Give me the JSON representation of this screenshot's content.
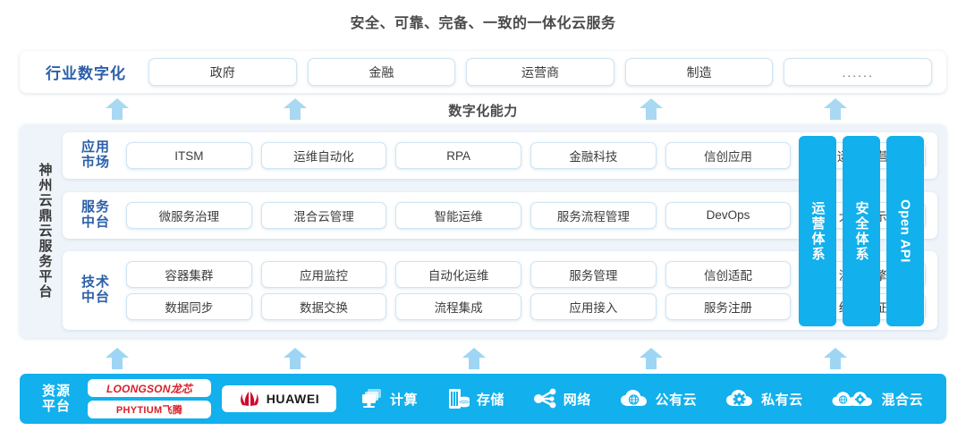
{
  "title": "安全、可靠、完备、一致的一体化云服务",
  "capability_label": "数字化能力",
  "industry": {
    "label": "行业数字化",
    "items": [
      {
        "label": "政府"
      },
      {
        "label": "金融"
      },
      {
        "label": "运营商"
      },
      {
        "label": "制造"
      },
      {
        "label": "......"
      }
    ]
  },
  "platform": {
    "label": "神州云鼎云服务平台",
    "layers": [
      {
        "name": "应用市场",
        "name_line1": "应用",
        "name_line2": "市场",
        "rows": [
          [
            "ITSM",
            "运维自动化",
            "RPA",
            "金融科技",
            "信创应用",
            "运维/运营"
          ]
        ]
      },
      {
        "name": "服务中台",
        "name_line1": "服务",
        "name_line2": "中台",
        "rows": [
          [
            "微服务治理",
            "混合云管理",
            "智能运维",
            "服务流程管理",
            "DevOps",
            "大屏展示"
          ]
        ]
      },
      {
        "name": "技术中台",
        "name_line1": "技术",
        "name_line2": "中台",
        "rows": [
          [
            "容器集群",
            "应用监控",
            "自动化运维",
            "服务管理",
            "信创适配",
            "流程引擎"
          ],
          [
            "数据同步",
            "数据交换",
            "流程集成",
            "应用接入",
            "服务注册",
            "统一认证"
          ]
        ]
      }
    ],
    "pillars": [
      {
        "label": "运营体系",
        "latin": false
      },
      {
        "label": "安全体系",
        "latin": false
      },
      {
        "label": "Open API",
        "latin": true
      }
    ]
  },
  "resource": {
    "label_line1": "资源",
    "label_line2": "平台",
    "vendors": [
      {
        "name": "LOONGSON龙芯",
        "icon": "loongson-logo"
      },
      {
        "name": "PHYTIUM飞腾",
        "icon": "phytium-logo"
      },
      {
        "name": "HUAWEI",
        "icon": "huawei-logo"
      }
    ],
    "items": [
      {
        "label": "计算",
        "icon": "compute-icon"
      },
      {
        "label": "存储",
        "icon": "storage-icon"
      },
      {
        "label": "网络",
        "icon": "network-icon"
      },
      {
        "label": "公有云",
        "icon": "public-cloud-icon"
      },
      {
        "label": "私有云",
        "icon": "private-cloud-icon"
      },
      {
        "label": "混合云",
        "icon": "hybrid-cloud-icon"
      }
    ]
  },
  "colors": {
    "brand_blue": "#12b0ec",
    "arrow_blue": "#a9d8f2",
    "label_blue": "#2c5fa8",
    "panel_bg": "#eef4f9",
    "chip_border": "#cfe4f2",
    "vendor_red": "#d9202a"
  },
  "arrows": {
    "upper": [
      131,
      330,
      728,
      934
    ],
    "lower": [
      131,
      330,
      530,
      728,
      934
    ]
  }
}
